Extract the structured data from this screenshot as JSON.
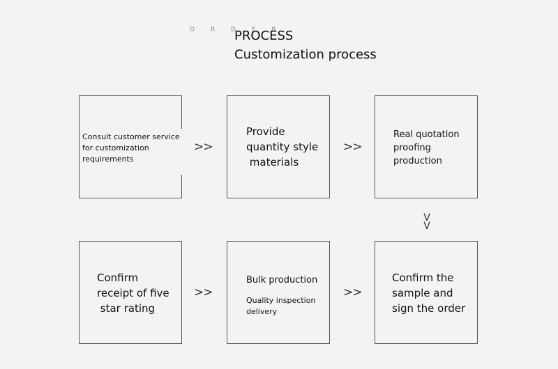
{
  "header": {
    "order_label": "O R D E R",
    "title_line1": "PROCESS",
    "title_line2": "Customization process"
  },
  "steps": [
    {
      "lines": [
        "Consult customer service",
        "for customization",
        "requirements"
      ]
    },
    {
      "lines": [
        "Provide",
        "quantity style",
        " materials"
      ]
    },
    {
      "lines": [
        "Real quotation",
        "proofing",
        "production"
      ]
    },
    {
      "lines": [
        "Confirm the",
        "sample and",
        "sign the order"
      ]
    },
    {
      "lines": [
        "Bulk production",
        "Quality inspection",
        "delivery"
      ]
    },
    {
      "lines": [
        "Confirm",
        "receipt of five",
        " star rating"
      ]
    }
  ],
  "arrows": {
    "right": ">>",
    "down": "V\nV"
  }
}
